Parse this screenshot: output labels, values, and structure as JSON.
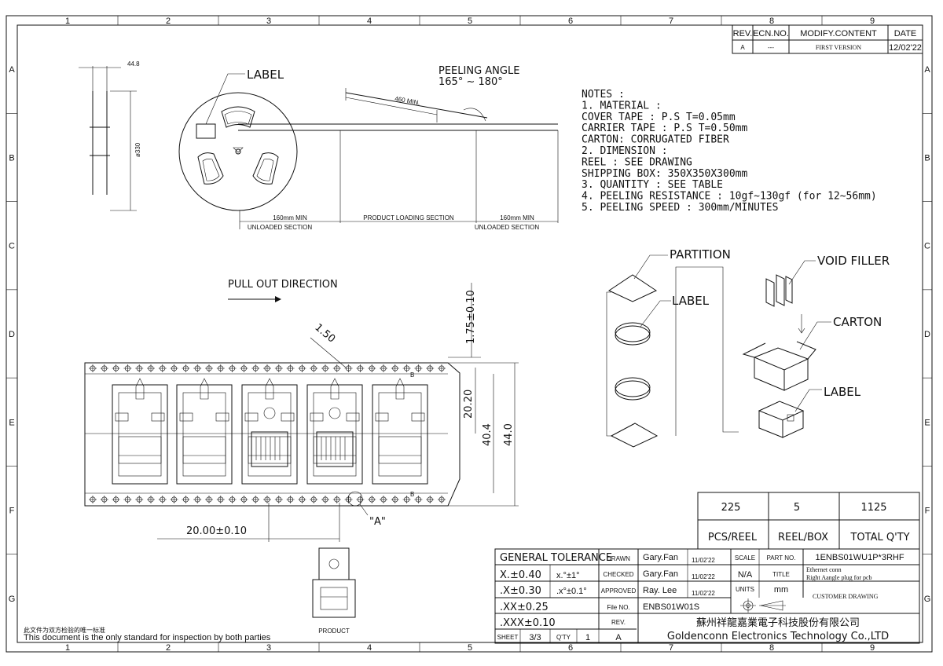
{
  "border": {
    "columns": [
      "1",
      "2",
      "3",
      "4",
      "5",
      "6",
      "7",
      "8",
      "9"
    ],
    "rows": [
      "A",
      "B",
      "C",
      "D",
      "E",
      "F",
      "G"
    ]
  },
  "revision": {
    "headers": [
      "REV.",
      "ECN.NO.",
      "MODIFY.CONTENT",
      "DATE"
    ],
    "row": [
      "A",
      "---",
      "FIRST VERSION",
      "12/02'22"
    ]
  },
  "reel": {
    "label": "LABEL",
    "width_dim": "44.8",
    "diameter_dim": "ø330",
    "peeling_angle_title": "PEELING ANGLE",
    "peeling_angle_value": "165° ~ 180°",
    "min_length": "460 MIN.",
    "sections": [
      {
        "top": "160mm MIN",
        "bottom": "UNLOADED SECTION"
      },
      {
        "top": "PRODUCT LOADING SECTION",
        "bottom": ""
      },
      {
        "top": "160mm MIN",
        "bottom": "UNLOADED SECTION"
      }
    ]
  },
  "notes": [
    "NOTES :",
    "1. MATERIAL :",
    "      COVER TAPE : P.S T=0.05mm",
    "      CARRIER TAPE : P.S T=0.50mm",
    "      CARTON: CORRUGATED FIBER",
    "2. DIMENSION :",
    "      REEL : SEE DRAWING",
    "      SHIPPING BOX: 350X350X300mm",
    "3. QUANTITY : SEE TABLE",
    "4. PEELING RESISTANCE : 10gf~130gf (for 12~56mm)",
    "5. PEELING SPEED : 300mm/MINUTES"
  ],
  "packing": {
    "partition": "PARTITION",
    "label1": "LABEL",
    "void_filler": "VOID FILLER",
    "carton": "CARTON",
    "label2": "LABEL"
  },
  "tape": {
    "pull_out": "PULL OUT DIRECTION",
    "dim_175": "1.75±0.10",
    "dim_150": "1.50",
    "dim_2020": "20.20",
    "dim_404": "40.4",
    "dim_440": "44.0",
    "dim_pitch": "20.00±0.10",
    "detail": "\"A\"",
    "section_mark": "B",
    "product": "PRODUCT"
  },
  "quantity": {
    "values": [
      "225",
      "5",
      "1125"
    ],
    "labels": [
      "PCS/REEL",
      "REEL/BOX",
      "TOTAL Q'TY"
    ]
  },
  "title_block": {
    "general_tolerance": "GENERAL TOLERANCE",
    "tol_rows": [
      [
        "X.±0.40",
        "x.°±1°"
      ],
      [
        ".X±0.30",
        ".x°±0.1°"
      ],
      [
        ".XX±0.25",
        ""
      ],
      [
        ".XXX±0.10",
        ""
      ]
    ],
    "drawn_label": "DRAWN",
    "drawn_name": "Gary.Fan",
    "drawn_date": "11/02'22",
    "checked_label": "CHECKED",
    "checked_name": "Gary.Fan",
    "checked_date": "11/02'22",
    "approved_label": "APPROVED",
    "approved_name": "Ray. Lee",
    "approved_date": "11/02'22",
    "scale_label": "SCALE",
    "scale_value": "N/A",
    "units_label": "UNITS",
    "units_value": "mm",
    "partno_label": "PART NO.",
    "partno_value": "1ENBS01WU1P*3RHF",
    "title_label": "TITLE",
    "title_value_1": "Ethernet conn",
    "title_value_2": "Right Aangle plug for pcb",
    "customer_drawing": "CUSTOMER DRAWING",
    "fileno_label": "File NO.",
    "fileno_value": "ENBS01W01S",
    "rev_label": "REV.",
    "rev_value": "A",
    "sheet_label": "SHEET",
    "sheet_value": "3/3",
    "qty_label": "Q'TY",
    "qty_value": "1",
    "company_cn": "蘇州祥龍嘉業電子科技股份有限公司",
    "company_en": "Goldenconn Electronics Technology Co.,LTD"
  },
  "footer": {
    "note_cn": "此文件为双方检验的唯一标准",
    "note_en": "This document is the only standard for inspection by both parties"
  }
}
